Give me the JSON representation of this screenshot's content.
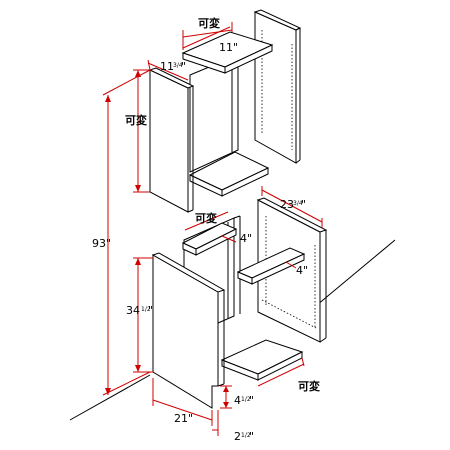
{
  "colors": {
    "dimension": "#d00000",
    "outline": "#000000",
    "panel": "#ffffff",
    "wall": "#000000"
  },
  "dimensions": {
    "variable_top": "可変",
    "top_width": "11\"",
    "top_depth_whole": "11",
    "top_depth_frac": "3/4",
    "top_depth_unit": "\"",
    "variable_left": "可変",
    "total_height": "93\"",
    "lower_depth_whole": "23",
    "lower_depth_frac": "3/4",
    "lower_depth_unit": "\"",
    "variable_mid": "可変",
    "shelf_a_width": "4\"",
    "shelf_b_width": "4\"",
    "lower_height_whole": "34",
    "lower_height_frac": "1/2",
    "lower_height_unit": "\"",
    "variable_bottom": "可変",
    "bottom_width": "21\"",
    "toe_height_whole": "4",
    "toe_height_frac": "1/2",
    "toe_height_unit": "\"",
    "toe_depth_whole": "2",
    "toe_depth_frac": "1/2",
    "toe_depth_unit": "\""
  }
}
